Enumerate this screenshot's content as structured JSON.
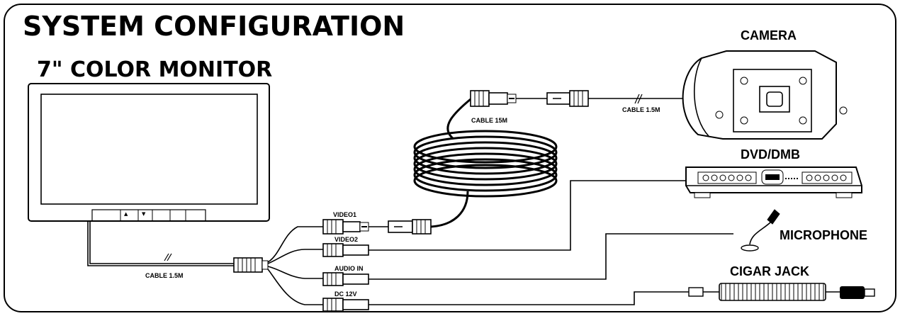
{
  "diagram": {
    "title": "SYSTEM CONFIGURATION",
    "monitor_title": "7\" COLOR MONITOR",
    "camera_label": "CAMERA",
    "dvd_label": "DVD/DMB",
    "microphone_label": "MICROPHONE",
    "cigar_jack_label": "CIGAR JACK",
    "cable_monitor": "CABLE 1.5M",
    "cable_coil": "CABLE 15M",
    "cable_camera": "CABLE 1.5M",
    "port_video1": "VIDEO1",
    "port_video2": "VIDEO2",
    "port_audio_in": "AUDIO IN",
    "port_dc12v": "DC 12V"
  }
}
